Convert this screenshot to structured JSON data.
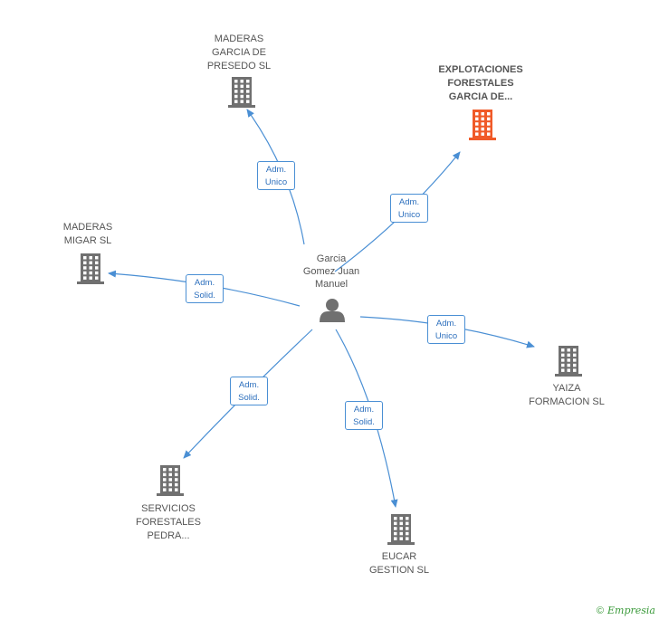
{
  "person": {
    "name_lines": [
      "Garcia",
      "Gomez Juan",
      "Manuel"
    ],
    "icon": "person-icon"
  },
  "companies": [
    {
      "id": "maderas-garcia",
      "lines": [
        "MADERAS",
        "GARCIA DE",
        "PRESEDO SL"
      ],
      "icon": "building-icon",
      "highlight": false
    },
    {
      "id": "explotaciones",
      "lines": [
        "EXPLOTACIONES",
        "FORESTALES",
        "GARCIA DE..."
      ],
      "icon": "building-icon",
      "highlight": true
    },
    {
      "id": "maderas-migar",
      "lines": [
        "MADERAS",
        "MIGAR SL"
      ],
      "icon": "building-icon",
      "highlight": false
    },
    {
      "id": "yaiza",
      "lines": [
        "YAIZA",
        "FORMACION SL"
      ],
      "icon": "building-icon",
      "highlight": false
    },
    {
      "id": "servicios",
      "lines": [
        "SERVICIOS",
        "FORESTALES",
        "PEDRA..."
      ],
      "icon": "building-icon",
      "highlight": false
    },
    {
      "id": "eucar",
      "lines": [
        "EUCAR",
        "GESTION SL"
      ],
      "icon": "building-icon",
      "highlight": false
    }
  ],
  "relations": [
    {
      "target": "maderas-garcia",
      "lines": [
        "Adm.",
        "Unico"
      ]
    },
    {
      "target": "explotaciones",
      "lines": [
        "Adm.",
        "Unico"
      ]
    },
    {
      "target": "maderas-migar",
      "lines": [
        "Adm.",
        "Solid."
      ]
    },
    {
      "target": "yaiza",
      "lines": [
        "Adm.",
        "Unico"
      ]
    },
    {
      "target": "servicios",
      "lines": [
        "Adm.",
        "Solid."
      ]
    },
    {
      "target": "eucar",
      "lines": [
        "Adm.",
        "Solid."
      ]
    }
  ],
  "colors": {
    "edge": "#4a8fd4",
    "building": "#707070",
    "building_highlight": "#f05a28",
    "person": "#707070"
  },
  "footer": {
    "copyright": "©",
    "brand": "Empresia"
  }
}
